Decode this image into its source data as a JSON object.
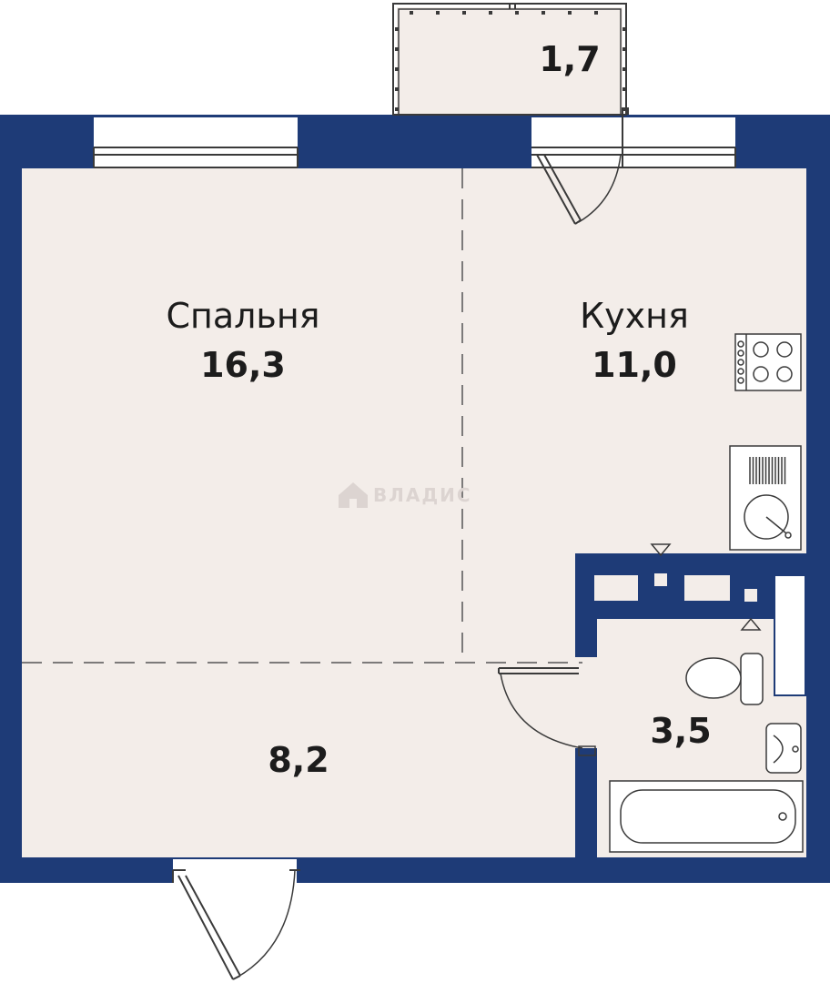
{
  "colors": {
    "wall": "#1e3b77",
    "floor": "#f3ede9",
    "fixture_line": "#3a3a3a",
    "watermark": "#dcd4d1"
  },
  "rooms": {
    "bedroom": {
      "name": "Спальня",
      "area": "16,3"
    },
    "kitchen": {
      "name": "Кухня",
      "area": "11,0"
    },
    "hall": {
      "area": "8,2"
    },
    "bathroom": {
      "area": "3,5"
    },
    "balcony": {
      "area": "1,7"
    }
  },
  "watermark": {
    "text": "ВЛАДИС",
    "icon": "house-logo-icon"
  },
  "fixtures": [
    "stove-icon",
    "sink-icon",
    "toilet-icon",
    "washbasin-icon",
    "bathtub-icon"
  ]
}
